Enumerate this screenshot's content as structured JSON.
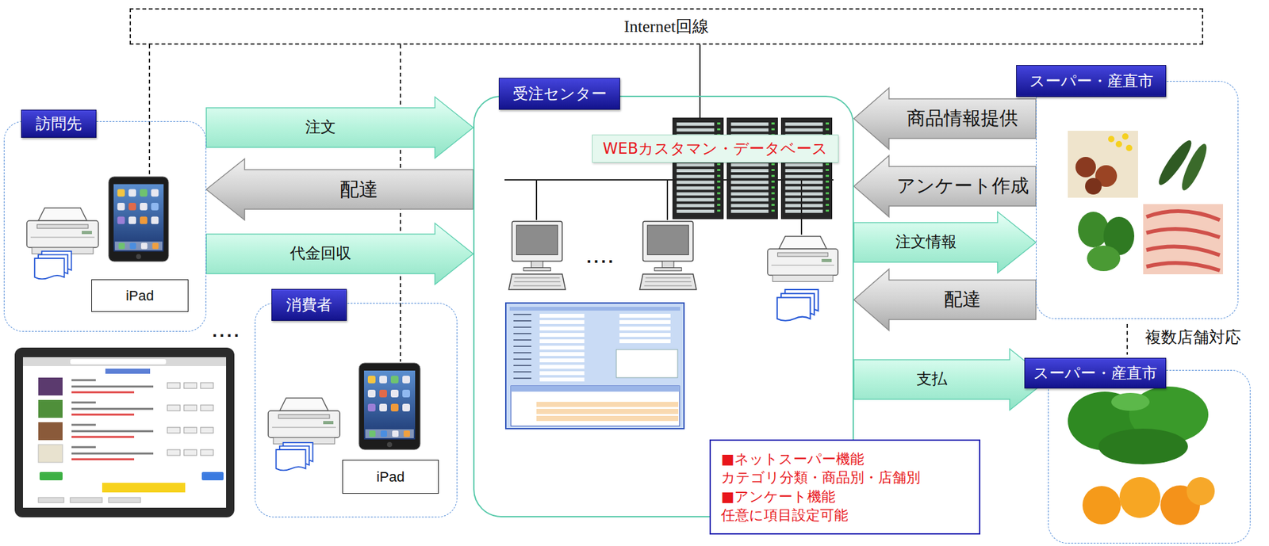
{
  "diagram": {
    "nodes": [
      {
        "text": [
          "Internet回線"
        ]
      },
      {
        "text": [
          "訪問先"
        ]
      },
      {
        "text": [
          "iPad"
        ],
        "in": 1
      },
      {
        "text": [
          "受注センター"
        ]
      },
      {
        "text": [
          "WEBカスタマン・データベース"
        ],
        "in": 3
      },
      {
        "text": [
          "■ネットスーパー機能",
          "カテゴリ分類・商品別・店舗別",
          "■アンケート機能",
          "任意に項目設定可能"
        ],
        "in": 3
      },
      {
        "text": [
          "スーパー・産直市"
        ]
      },
      {
        "text": [
          "消費者"
        ]
      },
      {
        "text": [
          "iPad"
        ],
        "in": 7
      },
      {
        "text": [
          "スーパー・産直市"
        ]
      }
    ],
    "edges": [
      {
        "from": 0,
        "to": 1,
        "arrow": "none"
      },
      {
        "from": 0,
        "to": 7,
        "arrow": "none"
      },
      {
        "from": 0,
        "to": 3,
        "arrow": "none"
      },
      {
        "from": 1,
        "to": 3,
        "label": "注文",
        "arrow": "to"
      },
      {
        "from": 3,
        "to": 1,
        "label": "配達",
        "arrow": "to"
      },
      {
        "from": 1,
        "to": 3,
        "label": "代金回収",
        "arrow": "to"
      },
      {
        "from": 6,
        "to": 3,
        "label": "商品情報提供",
        "arrow": "to"
      },
      {
        "from": 6,
        "to": 3,
        "label": "アンケート作成",
        "arrow": "to"
      },
      {
        "from": 3,
        "to": 6,
        "label": "注文情報",
        "arrow": "to"
      },
      {
        "from": 6,
        "to": 3,
        "label": "配達",
        "arrow": "to"
      },
      {
        "from": 3,
        "to": 9,
        "label": "支払",
        "arrow": "to"
      }
    ],
    "labels": [
      "....",
      "....",
      "複数店舗対応"
    ]
  }
}
